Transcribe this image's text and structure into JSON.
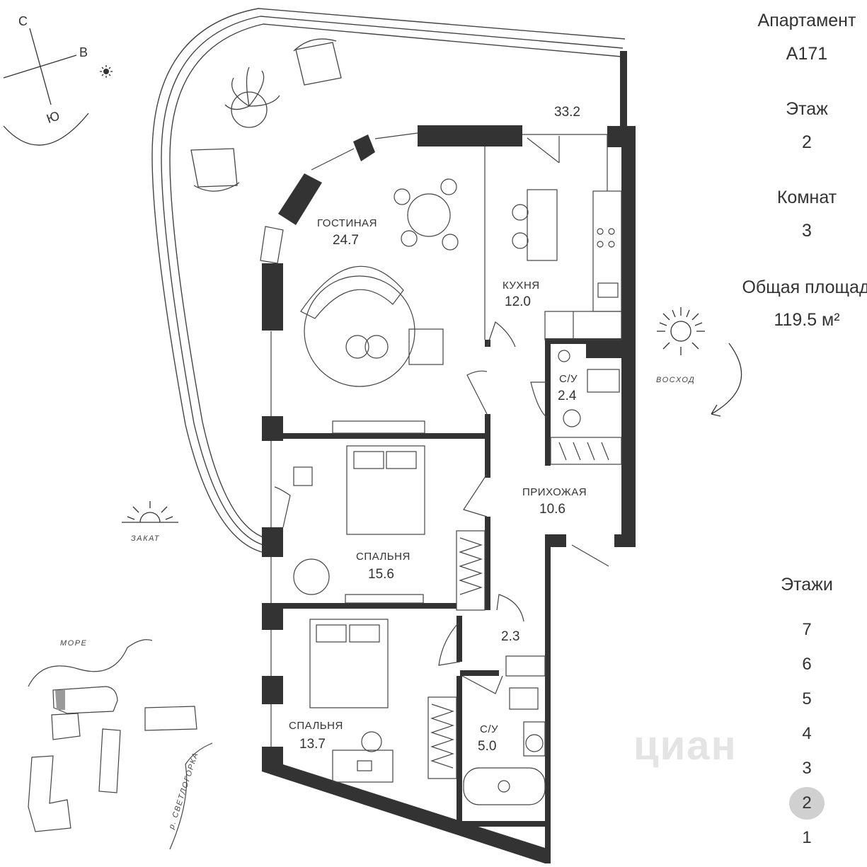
{
  "apartment": {
    "label": "Апартамент",
    "number": "А171",
    "floor_label": "Этаж",
    "floor_value": "2",
    "rooms_label": "Комнат",
    "rooms_value": "3",
    "area_label": "Общая площадь",
    "area_value": "119.5 м²"
  },
  "floors": {
    "label": "Этажи",
    "items": [
      "7",
      "6",
      "5",
      "4",
      "3",
      "2",
      "1"
    ],
    "active": "2"
  },
  "compass": {
    "north": "С",
    "east": "В",
    "south": "Ю"
  },
  "sun": {
    "sunrise": "ВОСХОД",
    "sunset": "ЗАКАТ"
  },
  "terrace": {
    "area": "33.2"
  },
  "rooms": [
    {
      "name": "ГОСТИНАЯ",
      "area": "24.7"
    },
    {
      "name": "КУХНЯ",
      "area": "12.0"
    },
    {
      "name": "С/У",
      "area": "2.4"
    },
    {
      "name": "ПРИХОЖАЯ",
      "area": "10.6"
    },
    {
      "name": "СПАЛЬНЯ",
      "area": "15.6"
    },
    {
      "name": "",
      "area": "2.3"
    },
    {
      "name": "СПАЛЬНЯ",
      "area": "13.7"
    },
    {
      "name": "С/У",
      "area": "5.0"
    }
  ],
  "site_map": {
    "sea": "МОРЕ",
    "river": "р. СВЕТЛОГОРКА"
  },
  "watermark": "циан",
  "colors": {
    "wall": "#333333",
    "line": "#444444",
    "active_floor": "#d0d0d0"
  }
}
